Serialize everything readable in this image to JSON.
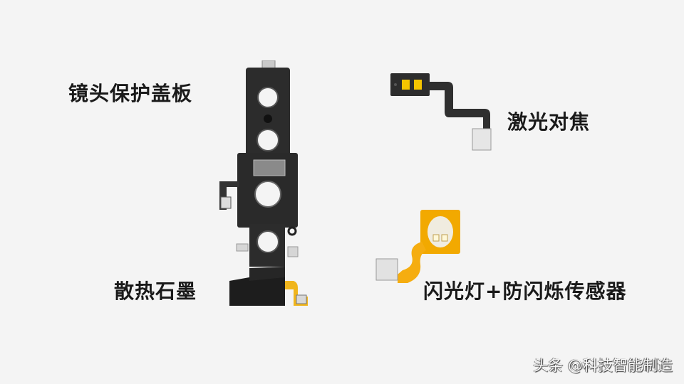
{
  "image": {
    "background_color": "#f4f4f4",
    "labels": [
      {
        "id": "lens_cover",
        "text": "镜头保护盖板"
      },
      {
        "id": "laser_focus",
        "text": "激光对焦"
      },
      {
        "id": "graphite",
        "text": "散热石墨"
      },
      {
        "id": "flash_sensor",
        "text": "闪光灯+防闪烁传感器"
      }
    ],
    "watermark": "头条 @科技智能制造",
    "parts": [
      {
        "id": "lens_cover_bracket",
        "color": "#2b2b2b"
      },
      {
        "id": "laser_focus_module",
        "color": "#2e2e2e",
        "pad_color": "#f5c400"
      },
      {
        "id": "flash_module",
        "color": "#f2a900"
      },
      {
        "id": "graphite_sheet",
        "color": "#1e1e1e"
      }
    ]
  }
}
